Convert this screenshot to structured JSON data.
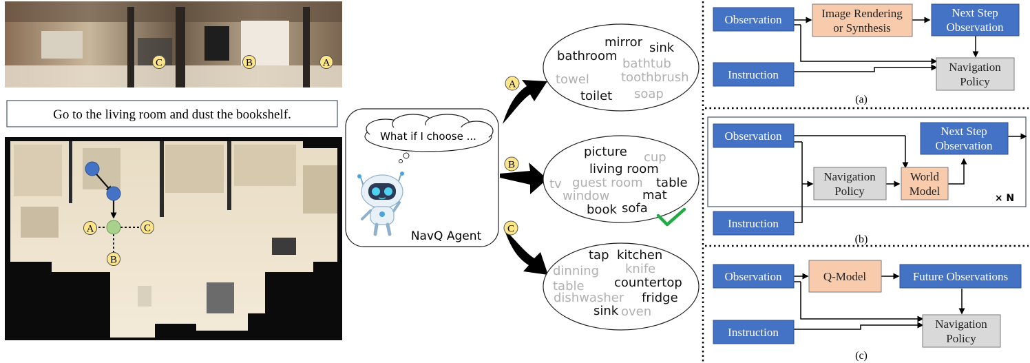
{
  "panorama": {
    "markers": [
      "C",
      "B",
      "A"
    ]
  },
  "instruction_text": "Go to the living room and dust the bookshelf.",
  "floorplan": {
    "marker_labels": [
      "A",
      "C",
      "B"
    ]
  },
  "agent": {
    "thought": "What if I choose ...",
    "name": "NavQ Agent"
  },
  "options": [
    {
      "label": "A",
      "words_dark": [
        "mirror",
        "sink",
        "bathroom",
        "toilet"
      ],
      "words_light": [
        "bathtub",
        "towel",
        "toothbrush",
        "soap"
      ]
    },
    {
      "label": "B",
      "words_dark": [
        "picture",
        "living room",
        "table",
        "mat",
        "book",
        "sofa"
      ],
      "words_light": [
        "cup",
        "tv",
        "guest room",
        "window"
      ]
    },
    {
      "label": "C",
      "words_dark": [
        "tap",
        "kitchen",
        "countertop",
        "fridge",
        "sink"
      ],
      "words_light": [
        "dinning",
        "knife",
        "table",
        "dishwasher",
        "oven"
      ]
    }
  ],
  "panel_a": {
    "observation": "Observation",
    "render_line1": "Image Rendering",
    "render_line2": "or Synthesis",
    "next_line1": "Next Step",
    "next_line2": "Observation",
    "instruction": "Instruction",
    "policy_line1": "Navigation",
    "policy_line2": "Policy",
    "caption": "(a)"
  },
  "panel_b": {
    "observation": "Observation",
    "next_line1": "Next Step",
    "next_line2": "Observation",
    "policy_line1": "Navigation",
    "policy_line2": "Policy",
    "world_line1": "World",
    "world_line2": "Model",
    "instruction": "Instruction",
    "repeat": "× N",
    "caption": "(b)"
  },
  "panel_c": {
    "observation": "Observation",
    "qmodel": "Q-Model",
    "future": "Future Observations",
    "instruction": "Instruction",
    "policy_line1": "Navigation",
    "policy_line2": "Policy",
    "caption": "(c)"
  },
  "colors": {
    "blue_box": "#4472c4",
    "orange_box": "#f8cbad",
    "gray_box": "#d9d9d9",
    "marker_yellow": "#fde68a",
    "node_blue": "#4472c4",
    "node_green": "#a9d18e",
    "check_green": "#22aa44"
  }
}
